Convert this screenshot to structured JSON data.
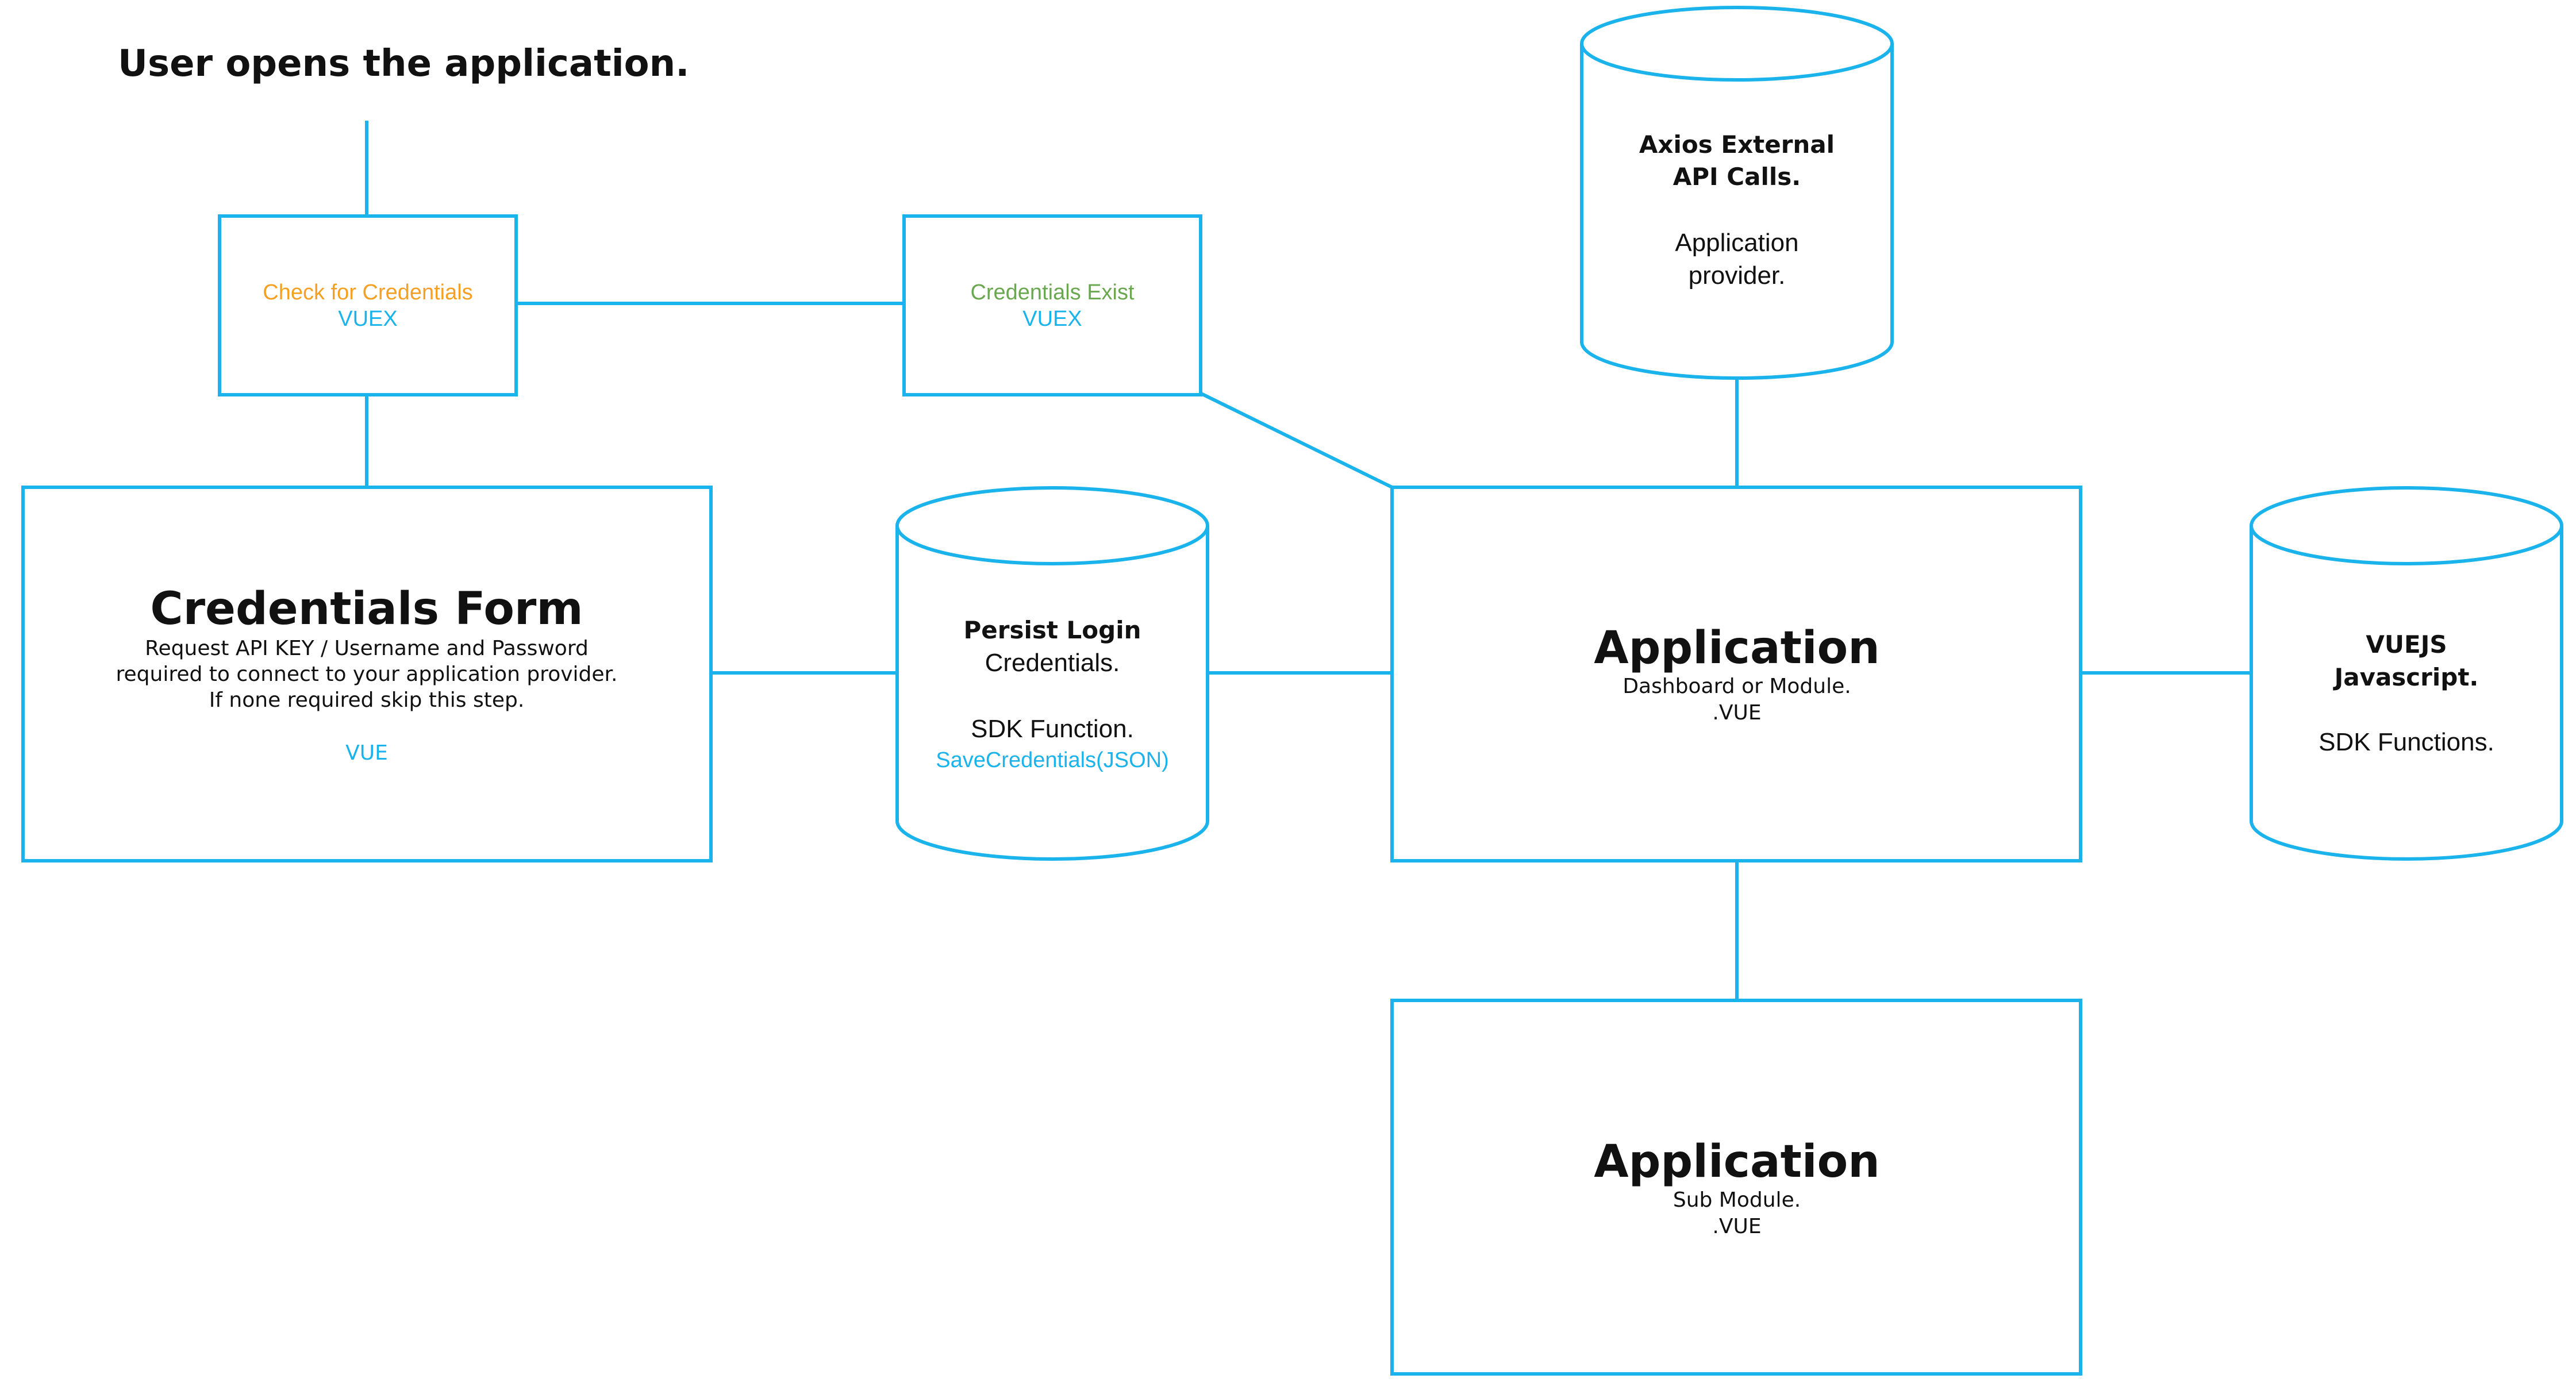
{
  "heading": "User opens the application.",
  "colors": {
    "accent": "#1ab3ec",
    "orange": "#f5a023",
    "green": "#6aa84f",
    "text": "#111111"
  },
  "check_box": {
    "line1": "Check for Credentials",
    "line2": "VUEX"
  },
  "exist_box": {
    "line1": "Credentials Exist",
    "line2": "VUEX"
  },
  "credentials_form": {
    "title": "Credentials Form",
    "desc1": "Request API KEY / Username and Password",
    "desc2": "required to connect to your application provider.",
    "desc3": "If none required skip this step.",
    "tech": "VUE"
  },
  "persist_db": {
    "line1": "Persist Login",
    "line2": "Credentials.",
    "line3": "SDK Function.",
    "line4": "SaveCredentials(JSON)"
  },
  "axios_db": {
    "line1": "Axios External",
    "line2": "API Calls.",
    "line3": "Application",
    "line4": "provider."
  },
  "app_main": {
    "title": "Application",
    "sub1": "Dashboard or Module.",
    "sub2": ".VUE"
  },
  "vuejs_db": {
    "line1": "VUEJS",
    "line2": "Javascript.",
    "line3": "SDK Functions."
  },
  "app_sub": {
    "title": "Application",
    "sub1": "Sub Module.",
    "sub2": ".VUE"
  }
}
